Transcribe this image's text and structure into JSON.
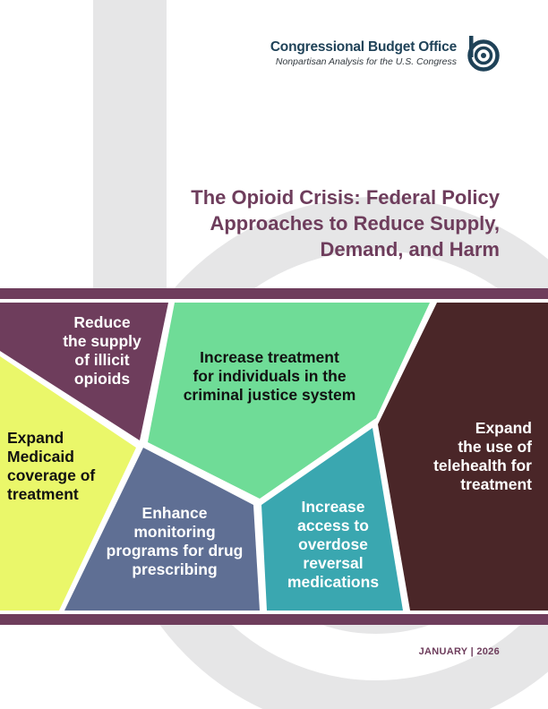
{
  "header": {
    "org_name": "Congressional Budget Office",
    "org_tagline": "Nonpartisan Analysis for the U.S. Congress",
    "logo_icon": "cbo-logo-icon"
  },
  "title": {
    "lines": [
      "The Opioid Crisis: Federal Policy",
      "Approaches to Reduce Supply,",
      "Demand, and Harm"
    ]
  },
  "policy_approaches": {
    "reduce_supply": [
      "Reduce",
      "the supply",
      "of illicit",
      "opioids"
    ],
    "treatment_criminal_justice": [
      "Increase treatment",
      "for individuals in the",
      "criminal justice system"
    ],
    "expand_medicaid": [
      "Expand",
      "Medicaid",
      "coverage of",
      "treatment"
    ],
    "enhance_monitoring": [
      "Enhance",
      "monitoring",
      "programs for drug",
      "prescribing"
    ],
    "overdose_reversal": [
      "Increase",
      "access to",
      "overdose",
      "reversal",
      "medications"
    ],
    "telehealth": [
      "Expand",
      "the use of",
      "telehealth for",
      "treatment"
    ]
  },
  "colors": {
    "plum": "#6e3d5c",
    "dark_maroon": "#4a2628",
    "lime": "#eaf76a",
    "mint": "#6fdc97",
    "slate_blue": "#5f6f94",
    "teal": "#3aa7b0",
    "navy": "#1f4258",
    "background_art": "#e6e6e7"
  },
  "footer": {
    "date": "JANUARY | 2026"
  }
}
